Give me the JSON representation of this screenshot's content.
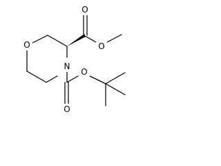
{
  "diagram": {
    "atoms": {
      "ring_oxygen": "O",
      "ring_nitrogen": "N",
      "ester_carbonyl_oxygen": "O",
      "ester_single_oxygen": "O",
      "boc_carbonyl_oxygen": "O",
      "boc_single_oxygen": "O"
    },
    "colors": {
      "stroke": "#000000",
      "background": "#ffffff"
    }
  }
}
